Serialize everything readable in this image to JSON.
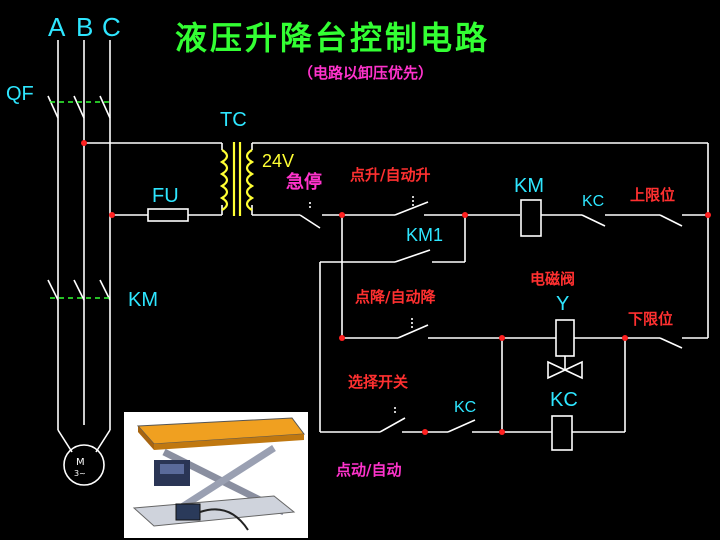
{
  "title": "液压升降台控制电路",
  "subtitle": "（电路以卸压优先）",
  "phases": [
    "A",
    "B",
    "C"
  ],
  "labels": {
    "qf": "QF",
    "tc": "TC",
    "v24": "24V",
    "fu": "FU",
    "km_main": "KM",
    "motor_m": "M",
    "motor_3": "3~",
    "estop": "急停",
    "up": "点升/自动升",
    "km_coil": "KM",
    "kc1": "KC",
    "up_limit": "上限位",
    "km1": "KM1",
    "valve": "电磁阀",
    "y": "Y",
    "down": "点降/自动降",
    "down_limit": "下限位",
    "select": "选择开关",
    "kc2": "KC",
    "kc_coil": "KC",
    "mode": "点动/自动"
  },
  "colors": {
    "wire": "#ffffff",
    "node": "#ff2020",
    "title": "#33ff33",
    "label_cyan": "#2ee6ff",
    "label_red": "#ff3030",
    "label_magenta": "#ff33cc",
    "transformer": "#ffff33"
  }
}
